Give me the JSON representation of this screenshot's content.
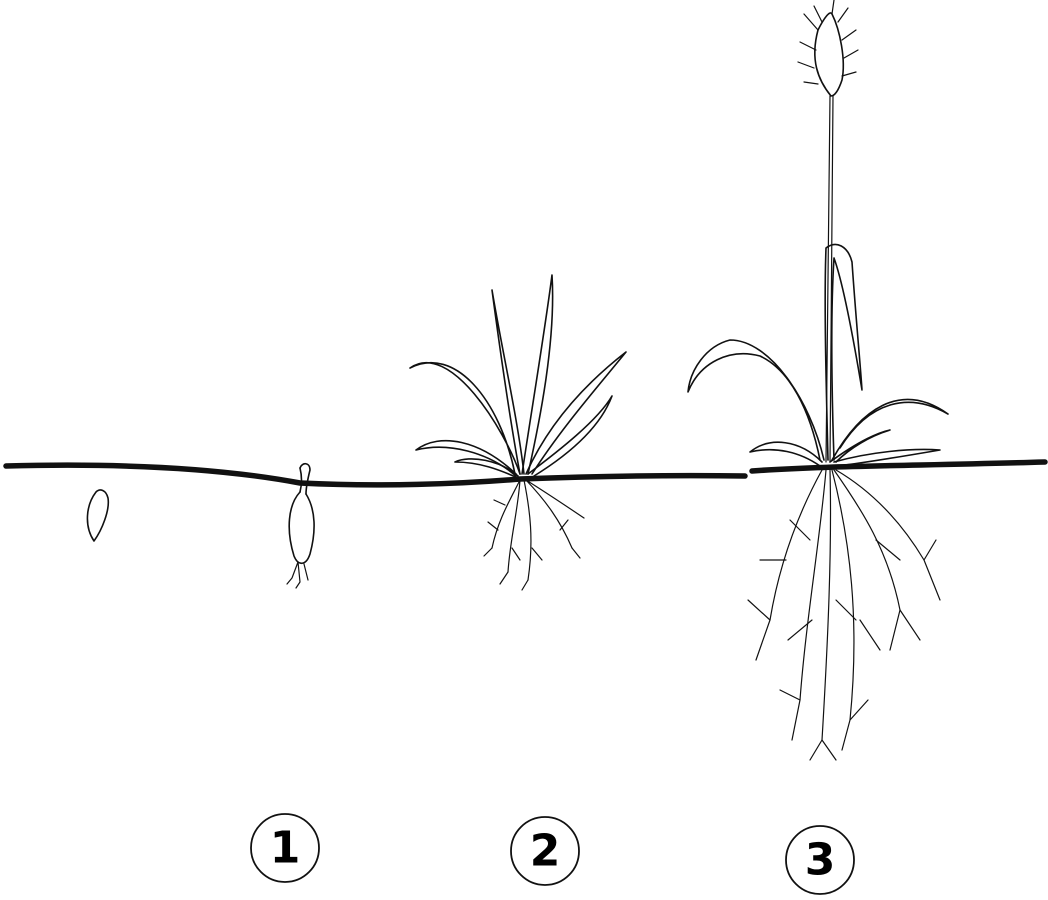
{
  "diagram": {
    "stages": [
      {
        "number": "1"
      },
      {
        "number": "2"
      },
      {
        "number": "3"
      }
    ],
    "colors": {
      "ink": "#111111",
      "background": "#ffffff"
    }
  }
}
